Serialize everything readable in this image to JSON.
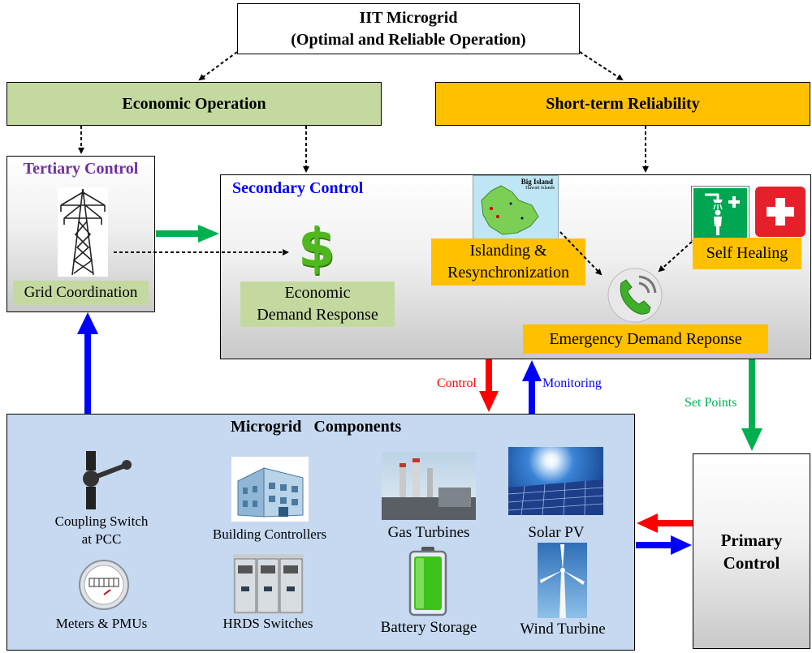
{
  "title": {
    "line1": "IIT Microgrid",
    "line2": "(Optimal and Reliable Operation)"
  },
  "economic_operation": "Economic Operation",
  "short_term_reliability": "Short-term Reliability",
  "tertiary": {
    "title": "Tertiary Control",
    "label": "Grid Coordination"
  },
  "secondary": {
    "title": "Secondary Control",
    "economic_dr": {
      "line1": "Economic",
      "line2": "Demand Response"
    },
    "islanding": {
      "line1": "Islanding &",
      "line2": "Resynchronization",
      "map_title": "Big Island",
      "map_subtitle": "Hawaii Islands"
    },
    "self_healing": "Self Healing",
    "emergency_dr": "Emergency Demand Reponse"
  },
  "links": {
    "control": "Control",
    "monitoring": "Monitoring",
    "set_points": "Set Points"
  },
  "components": {
    "title": "Microgrid   Components",
    "items": [
      {
        "line1": "Coupling Switch",
        "line2": "at PCC"
      },
      {
        "line1": "Building Controllers",
        "line2": ""
      },
      {
        "line1": "Gas Turbines",
        "line2": ""
      },
      {
        "line1": "Solar PV",
        "line2": ""
      },
      {
        "line1": "Meters & PMUs",
        "line2": ""
      },
      {
        "line1": "HRDS Switches",
        "line2": ""
      },
      {
        "line1": "Battery Storage",
        "line2": ""
      },
      {
        "line1": "Wind Turbine",
        "line2": ""
      }
    ]
  },
  "primary": {
    "line1": "Primary",
    "line2": "Control"
  },
  "colors": {
    "green_box": "#c4d9a0",
    "orange_box": "#ffc000",
    "components_bg": "#c6d9f1",
    "tertiary_title": "#7030a0",
    "secondary_title": "#0000ff",
    "control_arrow": "#ff0000",
    "monitor_arrow": "#0000ff",
    "setpoint_arrow": "#00b050"
  }
}
